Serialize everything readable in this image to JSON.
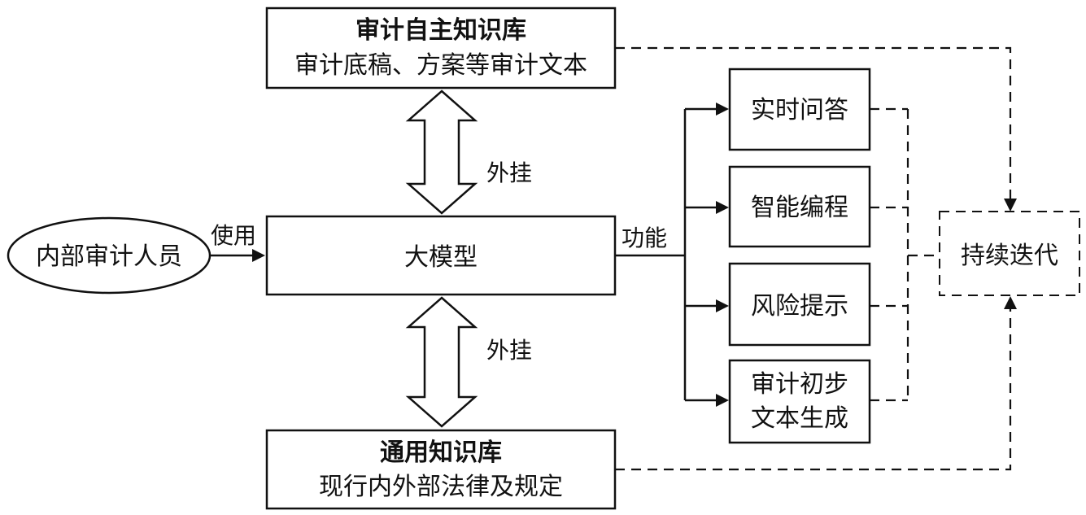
{
  "audit_kb": {
    "title": "审计自主知识库",
    "subtitle": "审计底稿、方案等审计文本"
  },
  "general_kb": {
    "title": "通用知识库",
    "subtitle": "现行内外部法律及规定"
  },
  "user": {
    "label": "内部审计人员"
  },
  "model": {
    "label": "大模型"
  },
  "edges": {
    "use": "使用",
    "function": "功能",
    "plugin_top": "外挂",
    "plugin_bottom": "外挂"
  },
  "functions": [
    {
      "label": "实时问答"
    },
    {
      "label": "智能编程"
    },
    {
      "label": "风险提示"
    },
    {
      "label": "审计初步",
      "label2": "文本生成"
    }
  ],
  "iterate": {
    "label": "持续迭代"
  }
}
